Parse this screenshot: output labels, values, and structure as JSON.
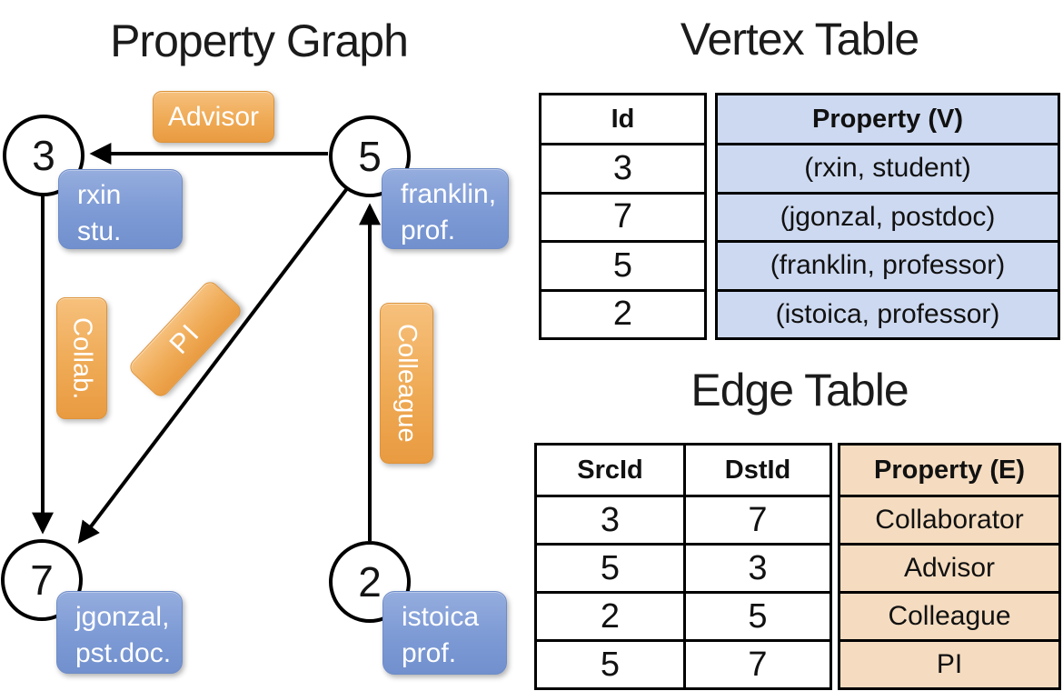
{
  "palette": {
    "edge_label_orange": "#efaa55",
    "vertex_label_blue": "#7d9ad5",
    "vertex_property_cell_bg": "#cdd9f0",
    "edge_property_cell_bg": "#f5dcc0",
    "line_color": "#000000"
  },
  "graph": {
    "title": "Property Graph",
    "nodes": [
      {
        "id": "3",
        "property_line1": "rxin",
        "property_line2": "stu."
      },
      {
        "id": "5",
        "property_line1": "franklin,",
        "property_line2": "prof."
      },
      {
        "id": "7",
        "property_line1": "jgonzal,",
        "property_line2": "pst.doc."
      },
      {
        "id": "2",
        "property_line1": "istoica",
        "property_line2": "prof."
      }
    ],
    "edge_labels": {
      "advisor": "Advisor",
      "collab": "Collab.",
      "pi": "PI",
      "colleague": "Colleague"
    }
  },
  "vertex_table": {
    "title": "Vertex Table",
    "id_header": "Id",
    "property_header": "Property (V)",
    "rows": [
      {
        "id": "3",
        "property": "(rxin, student)"
      },
      {
        "id": "7",
        "property": "(jgonzal, postdoc)"
      },
      {
        "id": "5",
        "property": "(franklin, professor)"
      },
      {
        "id": "2",
        "property": "(istoica, professor)"
      }
    ]
  },
  "edge_table": {
    "title": "Edge Table",
    "src_header": "SrcId",
    "dst_header": "DstId",
    "property_header": "Property (E)",
    "rows": [
      {
        "src": "3",
        "dst": "7",
        "property": "Collaborator"
      },
      {
        "src": "5",
        "dst": "3",
        "property": "Advisor"
      },
      {
        "src": "2",
        "dst": "5",
        "property": "Colleague"
      },
      {
        "src": "5",
        "dst": "7",
        "property": "PI"
      }
    ]
  }
}
